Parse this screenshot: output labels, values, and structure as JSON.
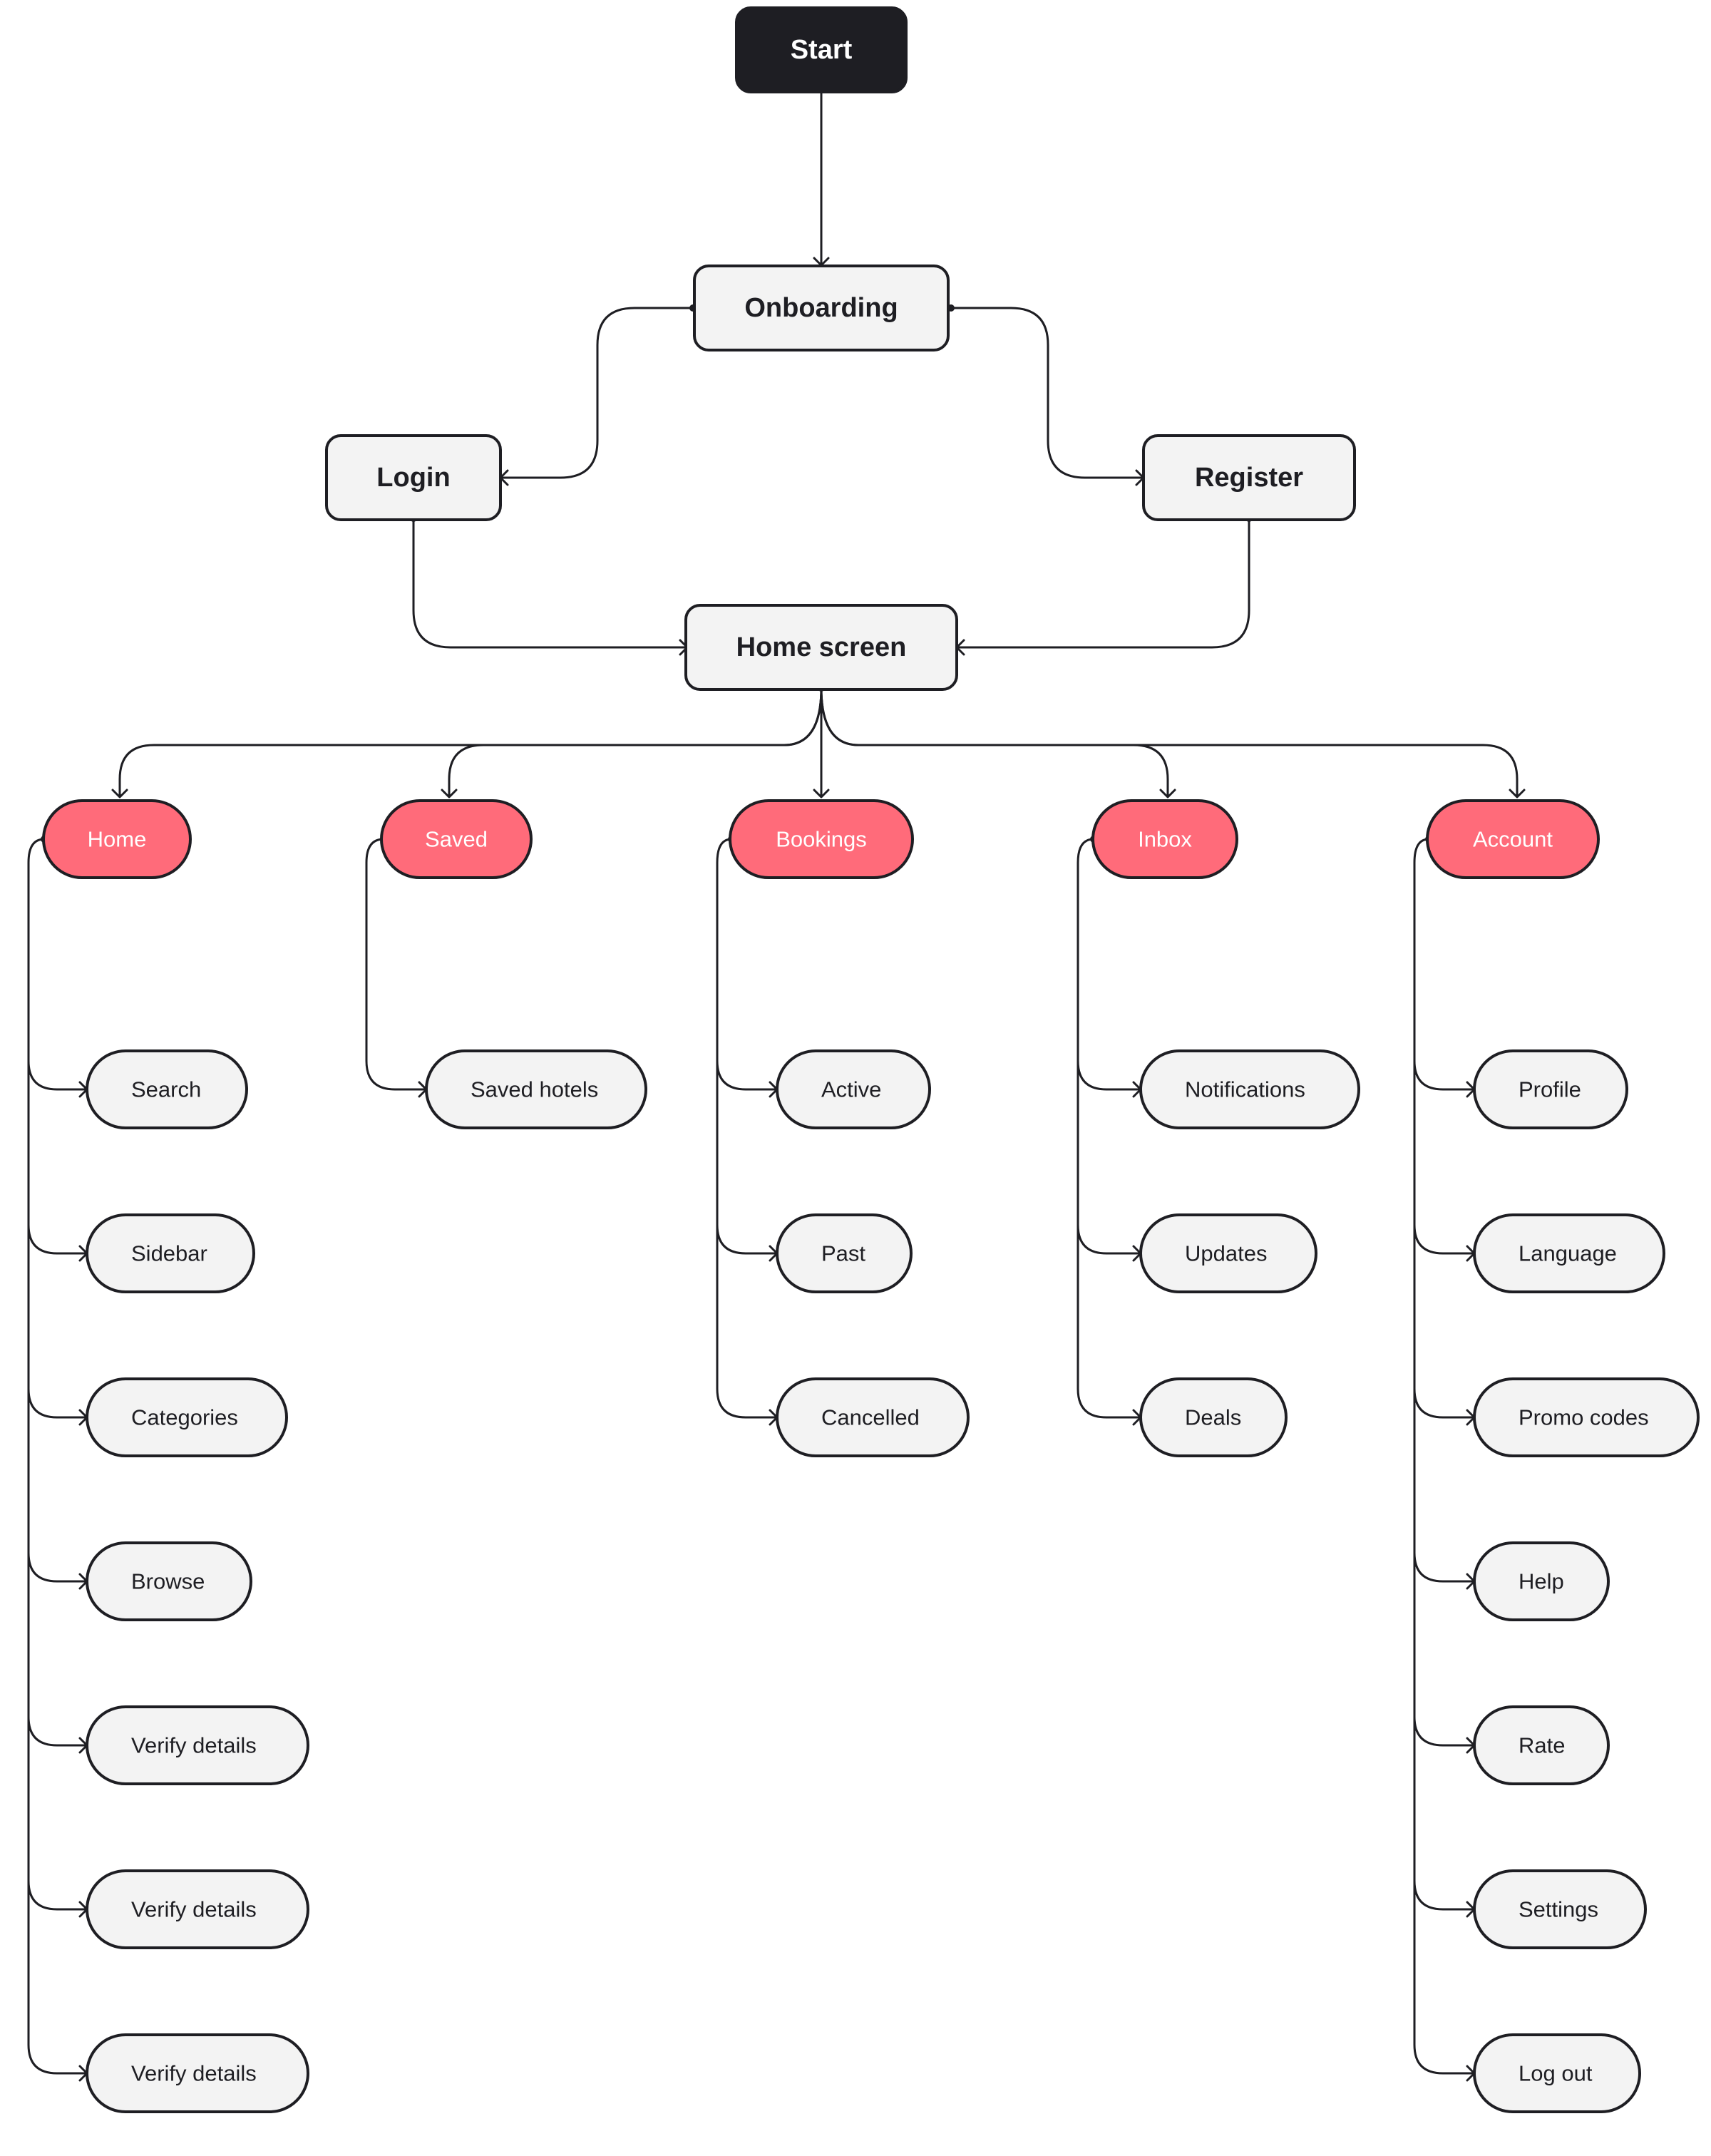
{
  "colors": {
    "ink": "#1e1e23",
    "node_fill": "#f3f3f3",
    "tab_fill": "#ff6b7a",
    "start_fill": "#1e1e23",
    "background": "#ffffff"
  },
  "flow": {
    "start": "Start",
    "onboarding": "Onboarding",
    "login": "Login",
    "register": "Register",
    "home_screen": "Home screen"
  },
  "tabs": [
    {
      "label": "Home",
      "children": [
        "Search",
        "Sidebar",
        "Categories",
        "Browse",
        "Verify details",
        "Verify details",
        "Verify details"
      ]
    },
    {
      "label": "Saved",
      "children": [
        "Saved hotels"
      ]
    },
    {
      "label": "Bookings",
      "children": [
        "Active",
        "Past",
        "Cancelled"
      ]
    },
    {
      "label": "Inbox",
      "children": [
        "Notifications",
        "Updates",
        "Deals"
      ]
    },
    {
      "label": "Account",
      "children": [
        "Profile",
        "Language",
        "Promo codes",
        "Help",
        "Rate",
        "Settings",
        "Log out"
      ]
    }
  ]
}
